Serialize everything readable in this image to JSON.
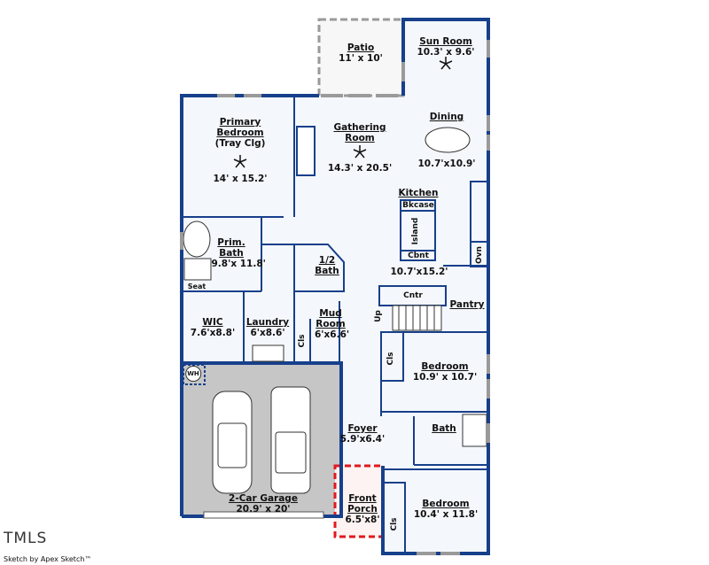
{
  "colors": {
    "wall": "#17408b",
    "floor": "#f4f7fb",
    "garage": "#c6c6c6",
    "patio_border": "#9a9a9a",
    "porch_border": "#e0191e",
    "window": "#9a9a9a"
  },
  "rooms": [
    {
      "name": "Patio",
      "dims": "11' x 10'"
    },
    {
      "name": "Sun Room",
      "dims": "10.3' x 9.6'"
    },
    {
      "name": "Primary Bedroom",
      "sub": "(Tray Clg)",
      "dims": "14' x 15.2'"
    },
    {
      "name": "Gathering Room",
      "dims": "14.3' x 20.5'"
    },
    {
      "name": "Dining",
      "dims": "10.7'x10.9'"
    },
    {
      "name": "Kitchen",
      "dims": "10.7'x15.2'"
    },
    {
      "name": "Prim. Bath",
      "dims": "9.8'x 11.8'"
    },
    {
      "name": "1/2 Bath",
      "dims": ""
    },
    {
      "name": "Pantry",
      "dims": ""
    },
    {
      "name": "WIC",
      "dims": "7.6'x8.8'"
    },
    {
      "name": "Laundry",
      "dims": "6'x8.6'"
    },
    {
      "name": "Mud Room",
      "dims": "6'x6.6'"
    },
    {
      "name": "Bedroom",
      "dims": "10.9' x 10.7'"
    },
    {
      "name": "Foyer",
      "dims": "5.9'x6.4'"
    },
    {
      "name": "Bath",
      "dims": ""
    },
    {
      "name": "2-Car Garage",
      "dims": "20.9' x 20'"
    },
    {
      "name": "Front Porch",
      "dims": "6.5'x8'"
    },
    {
      "name": "Bedroom",
      "dims": "10.4' x 11.8'"
    }
  ],
  "fixtures": {
    "bkcase": "Bkcase",
    "island": "Island",
    "cbnt": "Cbnt",
    "ovn": "Ovn",
    "cntr": "Cntr",
    "up": "Up",
    "cls": "Cls",
    "wh": "WH",
    "seat": "Seat"
  },
  "footer": {
    "logo": "TMLS",
    "credit": "Sketch by Apex Sketch™"
  }
}
